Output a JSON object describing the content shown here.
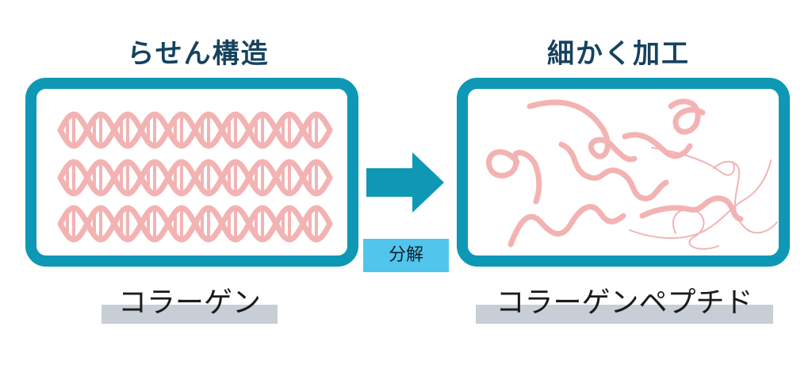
{
  "left": {
    "title": "らせん構造",
    "caption": "コラーゲン"
  },
  "right": {
    "title": "細かく加工",
    "caption": "コラーゲンペプチド"
  },
  "process_label": "分解",
  "colors": {
    "frame": "#0e98b6",
    "title_text": "#16425e",
    "strand": "#f3b3b3",
    "arrow": "#0e98b6",
    "badge": "#52c5ec",
    "caption_bar": "#c8ced6"
  }
}
